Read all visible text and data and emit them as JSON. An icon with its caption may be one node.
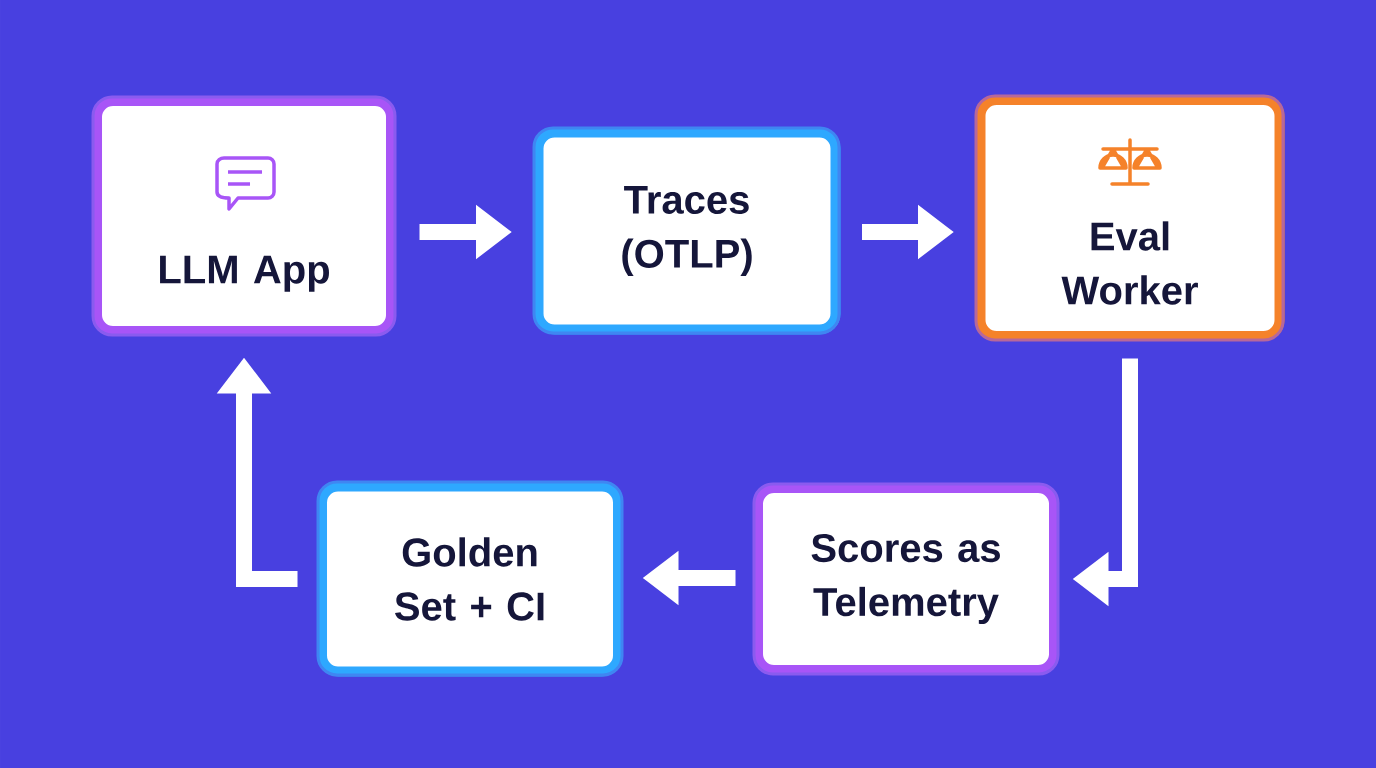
{
  "diagram": {
    "nodes": [
      {
        "text": [
          "LLM App"
        ]
      },
      {
        "text": [
          "Traces (OTLP)"
        ]
      },
      {
        "text": [
          "Eval Worker"
        ]
      },
      {
        "text": [
          "Scores as Telemetry"
        ]
      },
      {
        "text": [
          "Golden Set + CI"
        ]
      }
    ],
    "edges": [
      {
        "from": 0,
        "to": 1,
        "arrow": "to"
      },
      {
        "from": 1,
        "to": 2,
        "arrow": "to"
      },
      {
        "from": 2,
        "to": 3,
        "arrow": "to"
      },
      {
        "from": 3,
        "to": 4,
        "arrow": "to"
      },
      {
        "from": 4,
        "to": 0,
        "arrow": "to"
      }
    ]
  }
}
